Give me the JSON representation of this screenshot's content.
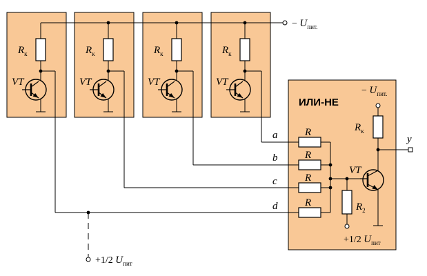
{
  "cells": [
    {
      "r_label": "R",
      "r_sub": "к",
      "vt_label": "VT"
    },
    {
      "r_label": "R",
      "r_sub": "к",
      "vt_label": "VT"
    },
    {
      "r_label": "R",
      "r_sub": "к",
      "vt_label": "VT"
    },
    {
      "r_label": "R",
      "r_sub": "к",
      "vt_label": "VT"
    }
  ],
  "supply_top": {
    "prefix": "− ",
    "u": "U",
    "sub": "пит."
  },
  "nor": {
    "title": "ИЛИ-НЕ",
    "supply": {
      "prefix": "− ",
      "u": "U",
      "sub": "пит."
    },
    "rk_label": "R",
    "rk_sub": "к",
    "r_label": "R",
    "r2_label": "R",
    "r2_sub": "2",
    "vt_label": "VT",
    "bias": {
      "prefix": "+1/2 ",
      "u": "U",
      "sub": "пит"
    },
    "output_label": "y"
  },
  "inputs": [
    "a",
    "b",
    "c",
    "d"
  ],
  "bias_left": {
    "prefix": "+1/2 ",
    "u": "U",
    "sub": "пит"
  },
  "colors": {
    "block_fill": "#f9c896",
    "line": "#000000"
  }
}
